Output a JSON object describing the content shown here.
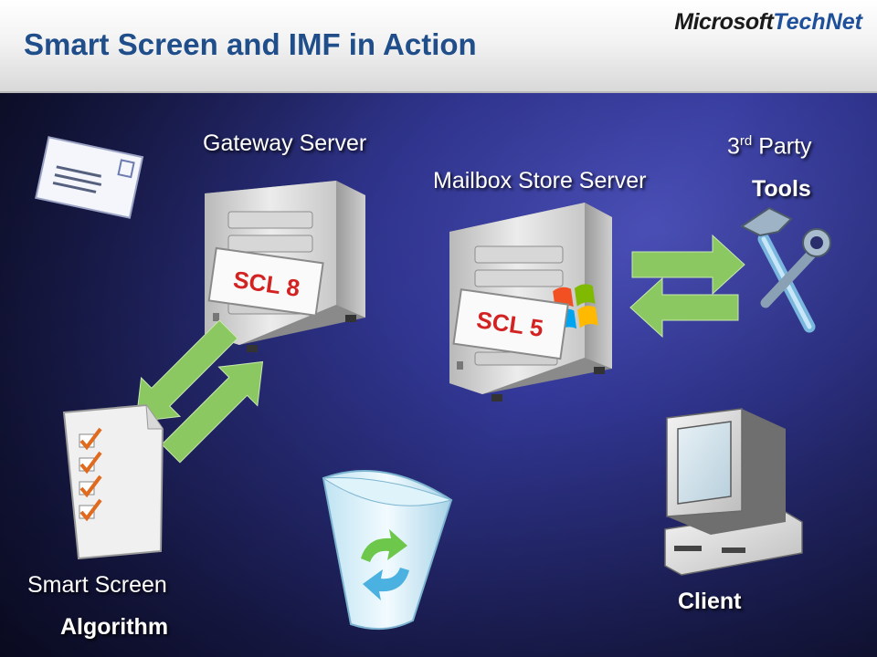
{
  "header": {
    "title": "Smart Screen and IMF in Action",
    "brand_primary": "Microsoft",
    "brand_secondary": "TechNet"
  },
  "labels": {
    "gateway_server": "Gateway Server",
    "mailbox_store_server": "Mailbox Store Server",
    "third_party_num": "3",
    "third_party_sup": "rd",
    "third_party_rest": " Party",
    "tools": "Tools",
    "smart_screen": "Smart Screen",
    "algorithm": "Algorithm",
    "client": "Client"
  },
  "tags": {
    "gateway_scl": "SCL 8",
    "mailbox_scl": "SCL 5"
  },
  "colors": {
    "title_text": "#1f4e8a",
    "arrow_green": "#8cc862",
    "scl_red": "#d32222",
    "background_blue": "#34399a"
  },
  "icons": [
    "envelope-icon",
    "server-icon",
    "windows-flag-icon",
    "hammer-wrench-icon",
    "checklist-icon",
    "recycle-bin-icon",
    "computer-icon",
    "arrow-icon"
  ]
}
